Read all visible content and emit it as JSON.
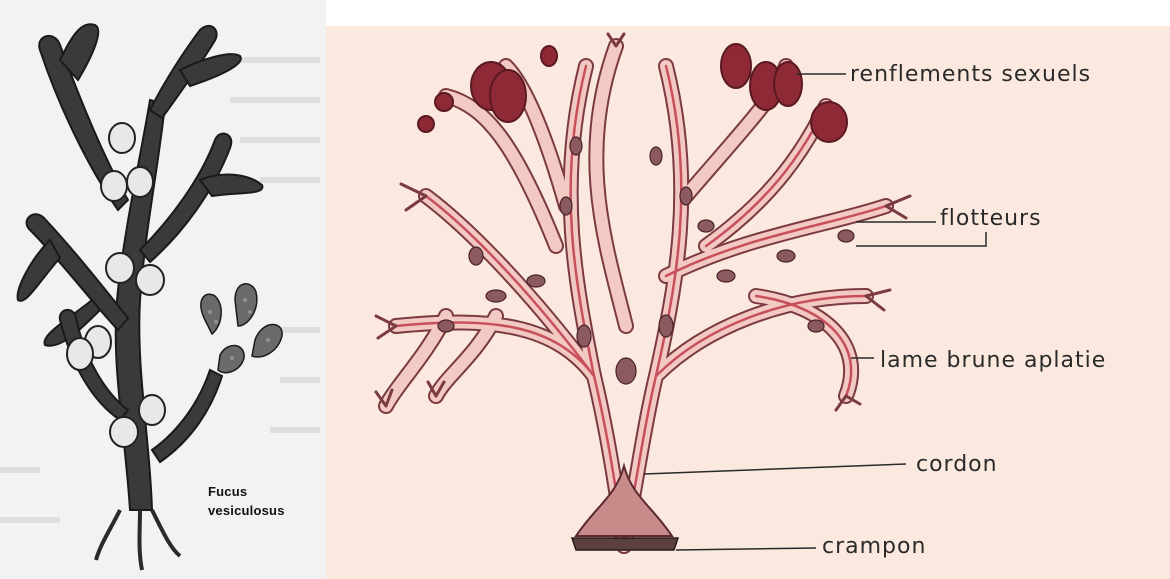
{
  "left_illustration": {
    "species_label_line1": "Fucus",
    "species_label_line2": "vesiculosus"
  },
  "diagram": {
    "labels": [
      {
        "id": "renflements",
        "text": "renflements sexuels"
      },
      {
        "id": "flotteurs",
        "text": "flotteurs"
      },
      {
        "id": "lame",
        "text": "lame brune aplatie"
      },
      {
        "id": "cordon",
        "text": "cordon"
      },
      {
        "id": "crampon",
        "text": "crampon"
      }
    ],
    "colors": {
      "background": "#fbe9df",
      "thallus_fill": "#f3c9c4",
      "thallus_outline": "#7a3a40",
      "midrib": "#c7505c",
      "receptacle": "#8e2a36",
      "float": "#8a5a60"
    }
  }
}
